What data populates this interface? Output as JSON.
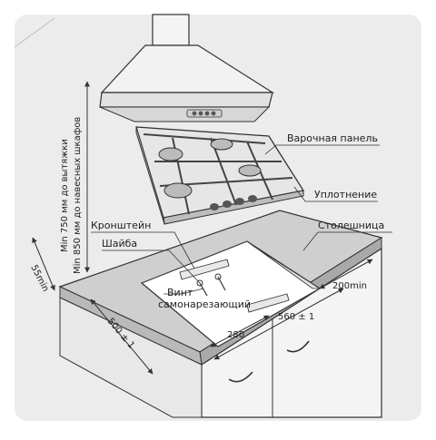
{
  "labels": {
    "hob": "Варочная панель",
    "seal": "Уплотнение",
    "countertop": "Столешница",
    "bracket": "Кронштейн",
    "washer": "Шайба",
    "screw_line1": "Винт",
    "screw_line2": "самонарезающий"
  },
  "dimensions": {
    "side_55": "55min",
    "front_500": "500 ± 1",
    "width_560": "560 ± 1",
    "offset_280": "280",
    "back_200": "200min"
  },
  "vertical_notes": {
    "hood": "Min 750 мм до вытяжки",
    "cabinets": "Min 850 мм до навесных шкафов"
  },
  "colors": {
    "background_panel": "#ececec",
    "stroke": "#333333",
    "counter_top": "#cfcfcf",
    "counter_front": "#a9a9a9",
    "cabinet": "#f4f4f4",
    "hob_surface": "#e6e6e6"
  }
}
